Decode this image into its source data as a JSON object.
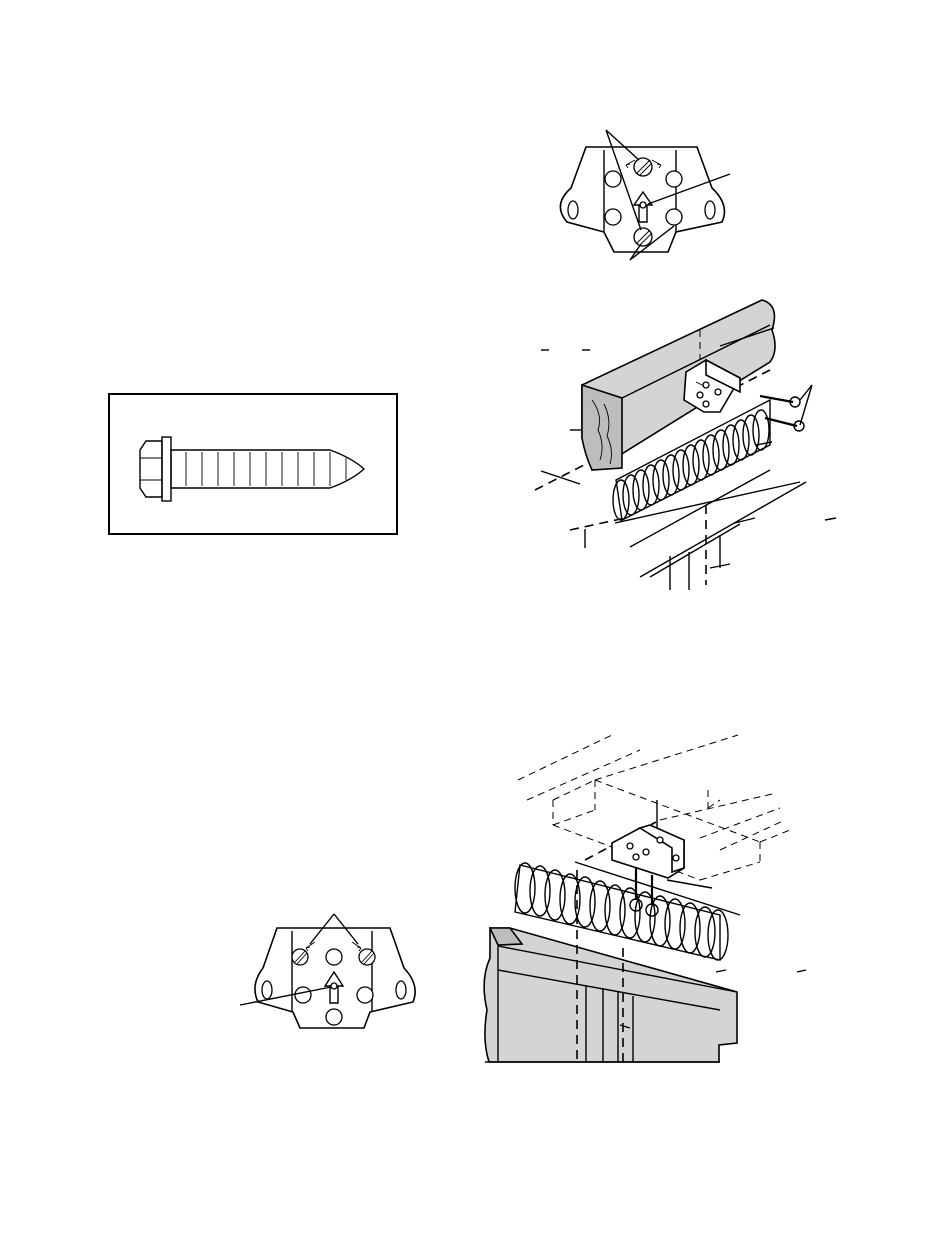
{
  "figures": [
    {
      "id": "bracket-top",
      "icon": "header-bracket-icon"
    },
    {
      "id": "lag-screw",
      "icon": "lag-screw-icon"
    },
    {
      "id": "wall-mount-installation",
      "icon": "wall-mount-icon"
    },
    {
      "id": "bracket-bottom",
      "icon": "header-bracket-icon"
    },
    {
      "id": "ceiling-mount-installation",
      "icon": "ceiling-mount-icon"
    }
  ]
}
